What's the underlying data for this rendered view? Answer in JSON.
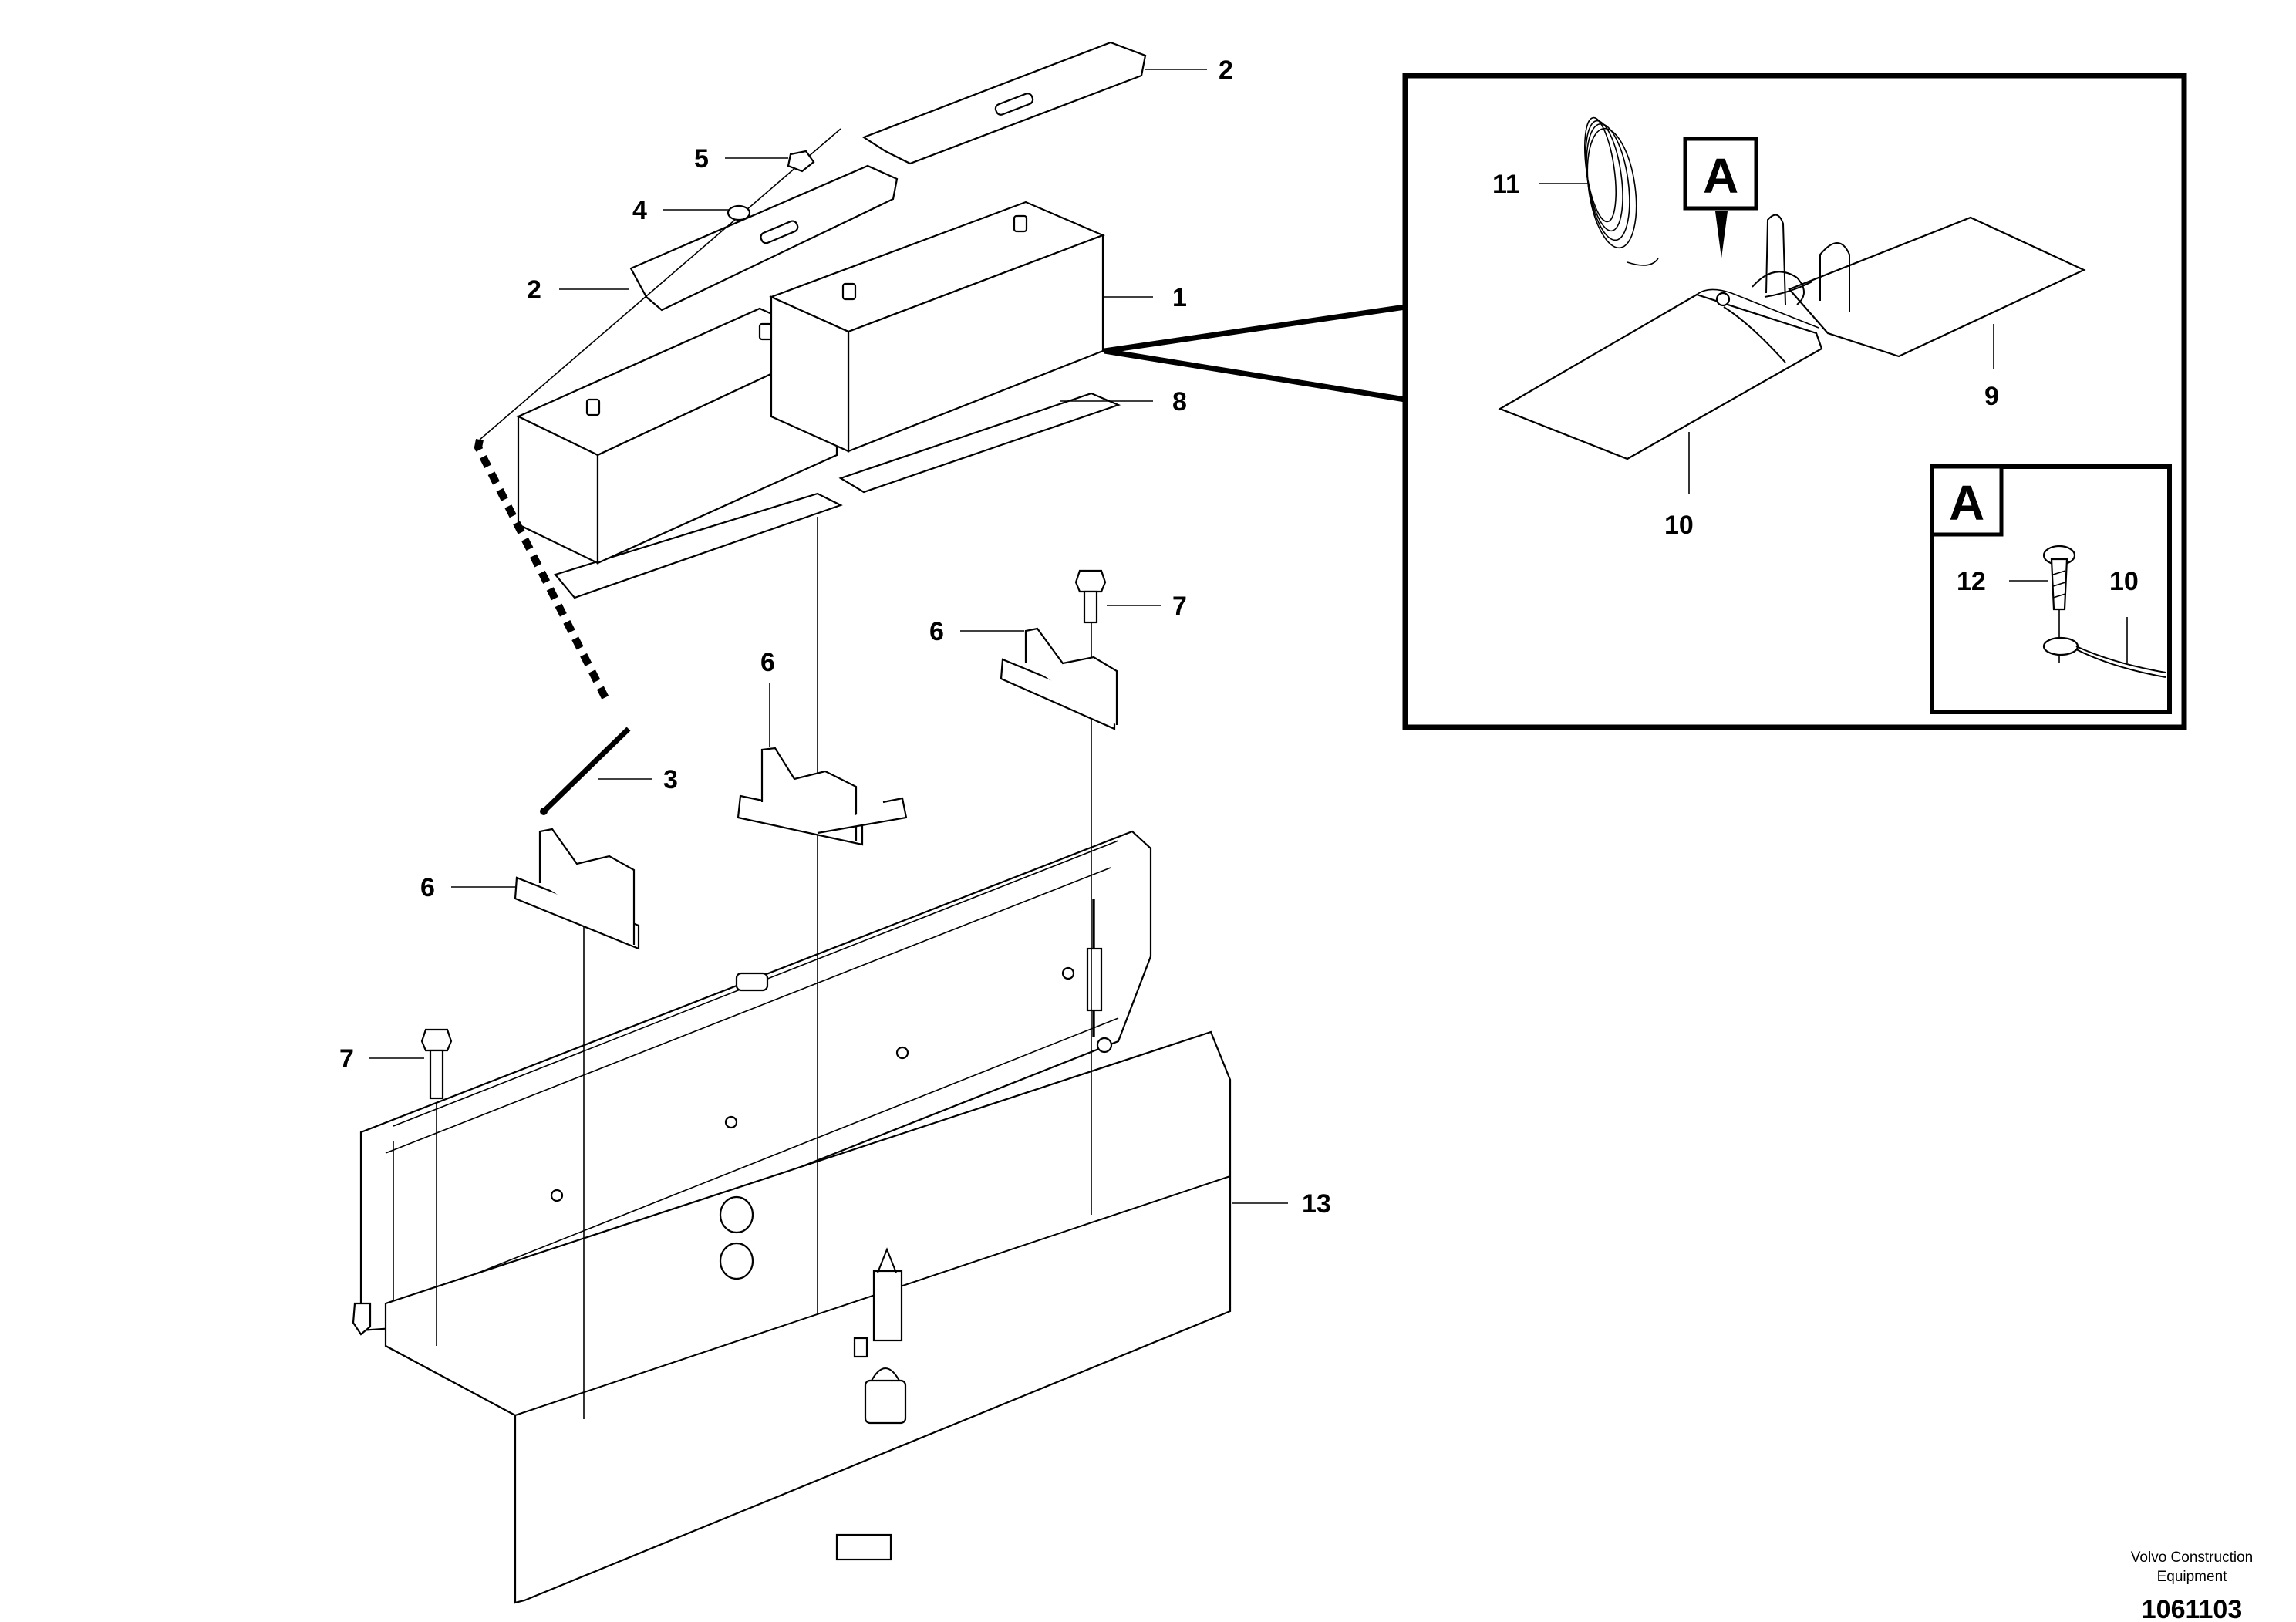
{
  "callouts": [
    {
      "id": "1",
      "text": "1"
    },
    {
      "id": "2a",
      "text": "2"
    },
    {
      "id": "2b",
      "text": "2"
    },
    {
      "id": "3",
      "text": "3"
    },
    {
      "id": "4",
      "text": "4"
    },
    {
      "id": "5",
      "text": "5"
    },
    {
      "id": "6a",
      "text": "6"
    },
    {
      "id": "6b",
      "text": "6"
    },
    {
      "id": "6c",
      "text": "6"
    },
    {
      "id": "7a",
      "text": "7"
    },
    {
      "id": "7b",
      "text": "7"
    },
    {
      "id": "8",
      "text": "8"
    },
    {
      "id": "9",
      "text": "9"
    },
    {
      "id": "10a",
      "text": "10"
    },
    {
      "id": "10b",
      "text": "10"
    },
    {
      "id": "11",
      "text": "11"
    },
    {
      "id": "12",
      "text": "12"
    },
    {
      "id": "13",
      "text": "13"
    }
  ],
  "detail": {
    "marker_label": "A",
    "inset_label": "A"
  },
  "footer": {
    "brand_line1": "Volvo Construction",
    "brand_line2": "Equipment",
    "doc_number": "1061103"
  }
}
